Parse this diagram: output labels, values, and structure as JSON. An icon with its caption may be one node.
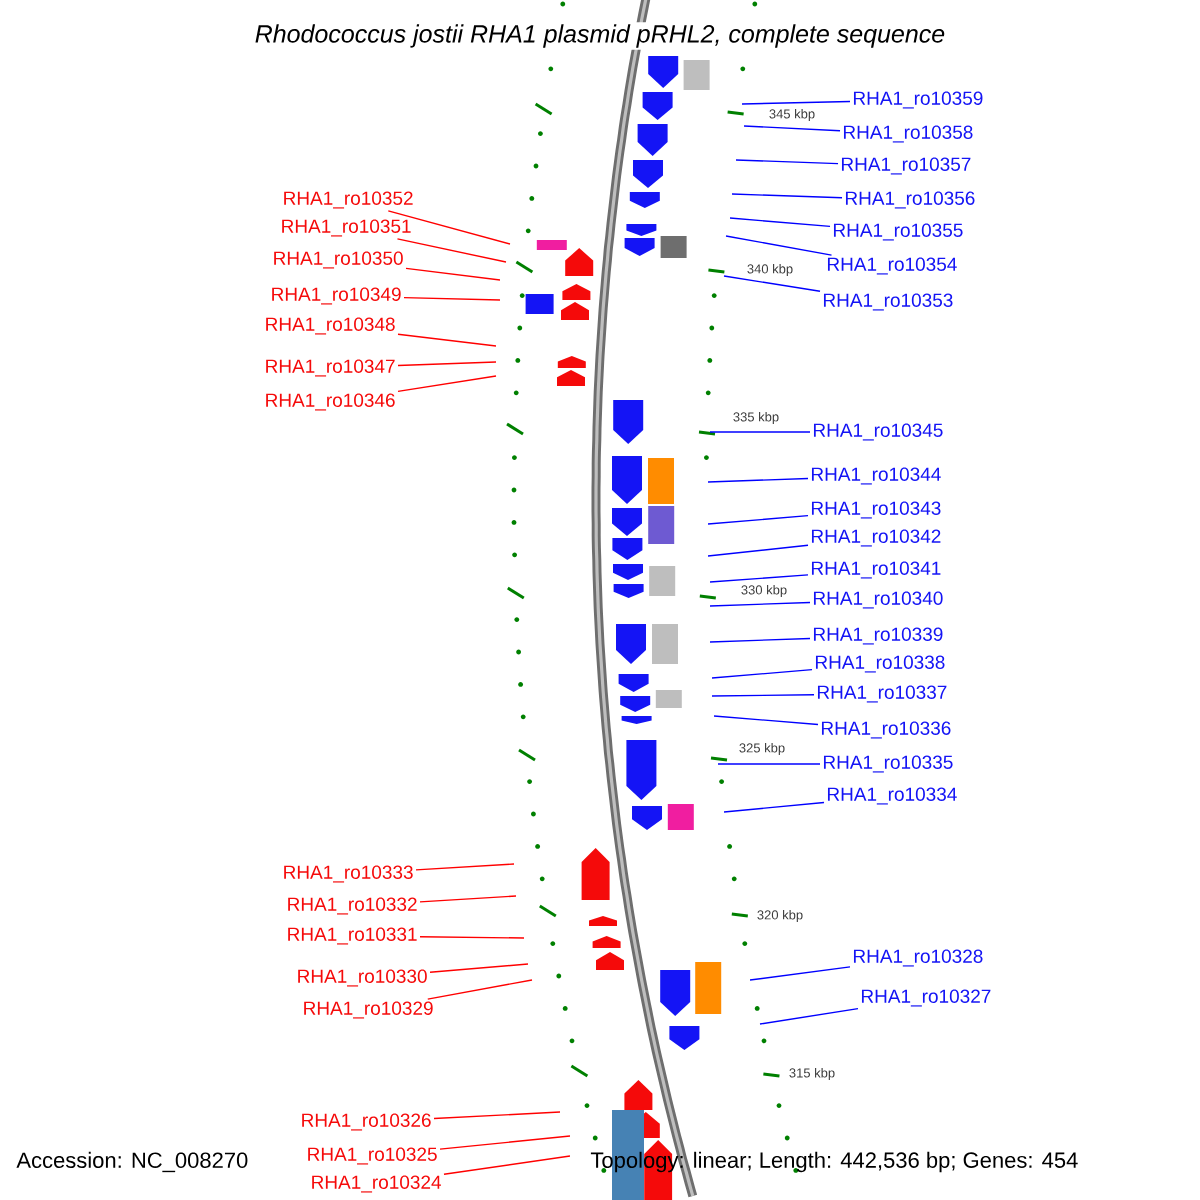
{
  "diagram": {
    "title": "Rhodococcus jostii RHA1 plasmid pRHL2, complete sequence",
    "nodes": [
      {
        "text": [
          "RHA1_ro10359"
        ]
      },
      {
        "text": [
          "RHA1_ro10358"
        ]
      },
      {
        "text": [
          "RHA1_ro10357"
        ]
      },
      {
        "text": [
          "RHA1_ro10356"
        ]
      },
      {
        "text": [
          "RHA1_ro10355"
        ]
      },
      {
        "text": [
          "RHA1_ro10354"
        ]
      },
      {
        "text": [
          "RHA1_ro10353"
        ]
      },
      {
        "text": [
          "RHA1_ro10352"
        ]
      },
      {
        "text": [
          "RHA1_ro10351"
        ]
      },
      {
        "text": [
          "RHA1_ro10350"
        ]
      },
      {
        "text": [
          "RHA1_ro10349"
        ]
      },
      {
        "text": [
          "RHA1_ro10348"
        ]
      },
      {
        "text": [
          "RHA1_ro10347"
        ]
      },
      {
        "text": [
          "RHA1_ro10346"
        ]
      },
      {
        "text": [
          "RHA1_ro10345"
        ]
      },
      {
        "text": [
          "RHA1_ro10344"
        ]
      },
      {
        "text": [
          "RHA1_ro10343"
        ]
      },
      {
        "text": [
          "RHA1_ro10342"
        ]
      },
      {
        "text": [
          "RHA1_ro10341"
        ]
      },
      {
        "text": [
          "RHA1_ro10340"
        ]
      },
      {
        "text": [
          "RHA1_ro10339"
        ]
      },
      {
        "text": [
          "RHA1_ro10338"
        ]
      },
      {
        "text": [
          "RHA1_ro10337"
        ]
      },
      {
        "text": [
          "RHA1_ro10336"
        ]
      },
      {
        "text": [
          "RHA1_ro10335"
        ]
      },
      {
        "text": [
          "RHA1_ro10334"
        ]
      },
      {
        "text": [
          "RHA1_ro10333"
        ]
      },
      {
        "text": [
          "RHA1_ro10332"
        ]
      },
      {
        "text": [
          "RHA1_ro10331"
        ]
      },
      {
        "text": [
          "RHA1_ro10330"
        ]
      },
      {
        "text": [
          "RHA1_ro10329"
        ]
      },
      {
        "text": [
          "RHA1_ro10328"
        ]
      },
      {
        "text": [
          "RHA1_ro10327"
        ]
      },
      {
        "text": [
          "RHA1_ro10326"
        ]
      },
      {
        "text": [
          "RHA1_ro10325"
        ]
      },
      {
        "text": [
          "RHA1_ro10324"
        ]
      }
    ],
    "edges": [
      {
        "from": 0,
        "to": null,
        "arrow": "none"
      },
      {
        "from": 1,
        "to": null,
        "arrow": "none"
      },
      {
        "from": 2,
        "to": null,
        "arrow": "none"
      },
      {
        "from": 3,
        "to": null,
        "arrow": "none"
      },
      {
        "from": 4,
        "to": null,
        "arrow": "none"
      },
      {
        "from": 5,
        "to": null,
        "arrow": "none"
      },
      {
        "from": 6,
        "to": null,
        "arrow": "none"
      },
      {
        "from": 7,
        "to": null,
        "arrow": "none",
        "color": "#ff0000"
      },
      {
        "from": 8,
        "to": null,
        "arrow": "none",
        "color": "#ff0000"
      },
      {
        "from": 9,
        "to": null,
        "arrow": "none",
        "color": "#ff0000"
      },
      {
        "from": 10,
        "to": null,
        "arrow": "none",
        "color": "#ff0000"
      },
      {
        "from": 11,
        "to": null,
        "arrow": "none",
        "color": "#ff0000"
      },
      {
        "from": 12,
        "to": null,
        "arrow": "none",
        "color": "#ff0000"
      },
      {
        "from": 13,
        "to": null,
        "arrow": "none",
        "color": "#ff0000"
      },
      {
        "from": 14,
        "to": null,
        "arrow": "none"
      },
      {
        "from": 15,
        "to": null,
        "arrow": "none"
      },
      {
        "from": 16,
        "to": null,
        "arrow": "none"
      },
      {
        "from": 17,
        "to": null,
        "arrow": "none"
      },
      {
        "from": 18,
        "to": null,
        "arrow": "none"
      },
      {
        "from": 19,
        "to": null,
        "arrow": "none"
      },
      {
        "from": 20,
        "to": null,
        "arrow": "none"
      },
      {
        "from": 21,
        "to": null,
        "arrow": "none"
      },
      {
        "from": 22,
        "to": null,
        "arrow": "none"
      },
      {
        "from": 23,
        "to": null,
        "arrow": "none"
      },
      {
        "from": 24,
        "to": null,
        "arrow": "none"
      },
      {
        "from": 25,
        "to": null,
        "arrow": "none"
      },
      {
        "from": 26,
        "to": null,
        "arrow": "none",
        "color": "#ff0000"
      },
      {
        "from": 27,
        "to": null,
        "arrow": "none",
        "color": "#ff0000"
      },
      {
        "from": 28,
        "to": null,
        "arrow": "none",
        "color": "#ff0000"
      },
      {
        "from": 29,
        "to": null,
        "arrow": "none",
        "color": "#ff0000"
      },
      {
        "from": 30,
        "to": null,
        "arrow": "none",
        "color": "#ff0000"
      },
      {
        "from": 31,
        "to": null,
        "arrow": "none"
      },
      {
        "from": 32,
        "to": null,
        "arrow": "none"
      },
      {
        "from": 33,
        "to": null,
        "arrow": "none",
        "color": "#ff0000"
      },
      {
        "from": 34,
        "to": null,
        "arrow": "none",
        "color": "#ff0000"
      },
      {
        "from": 35,
        "to": null,
        "arrow": "none",
        "color": "#ff0000"
      }
    ],
    "labels": [
      "345 kbp",
      "340 kbp",
      "335 kbp",
      "330 kbp",
      "325 kbp",
      "320 kbp",
      "315 kbp",
      "Accession: NC_008270",
      "Topology: linear; Length: 442,536 bp; Genes: 454"
    ]
  }
}
